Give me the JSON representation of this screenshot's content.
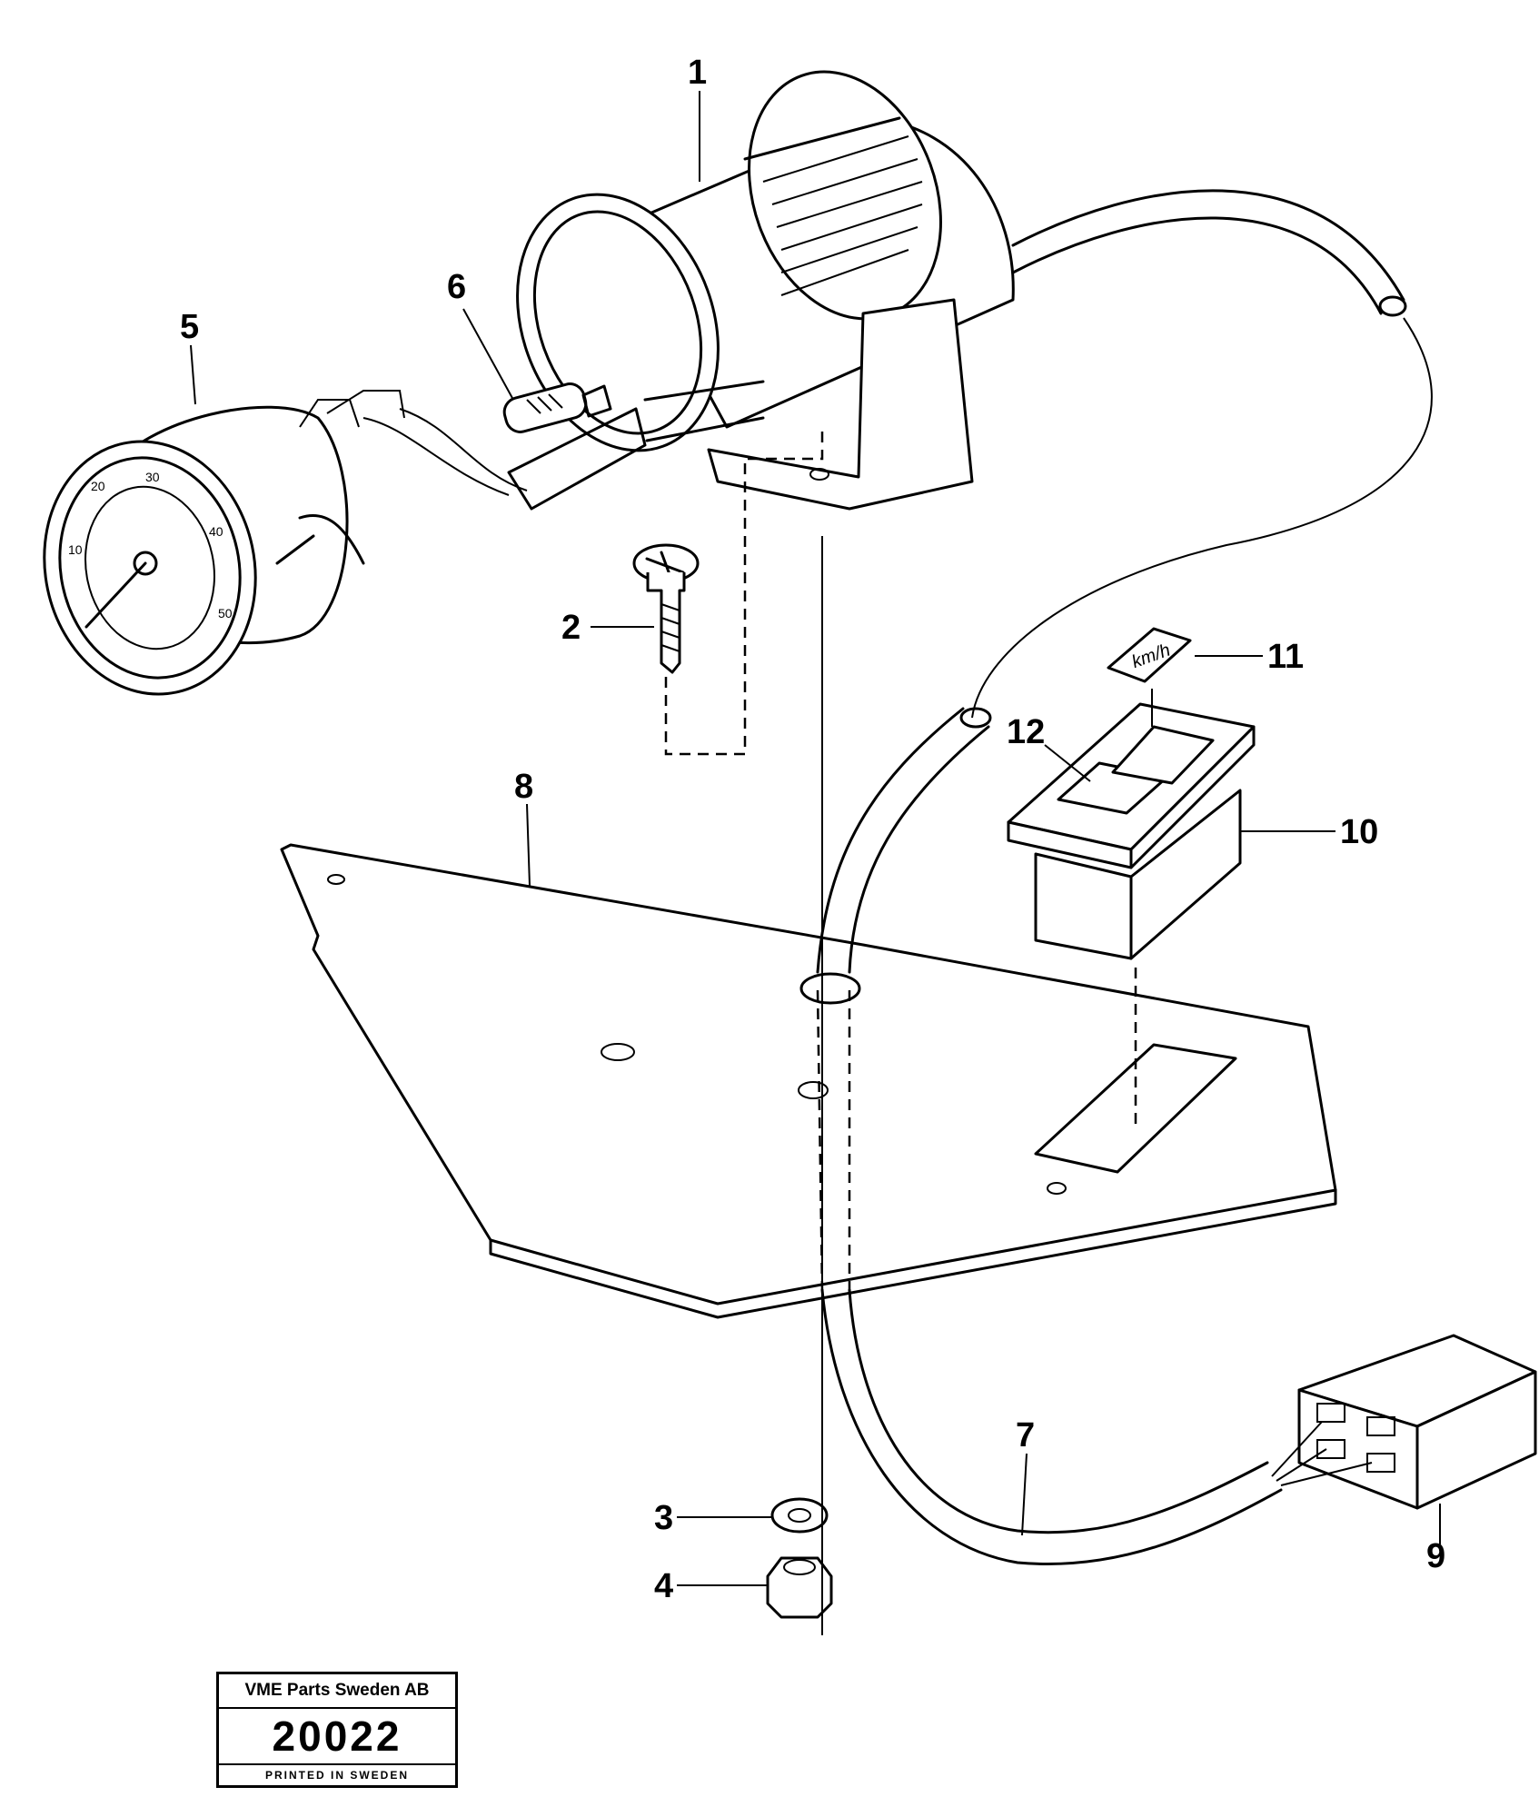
{
  "callouts": [
    "1",
    "2",
    "3",
    "4",
    "5",
    "6",
    "7",
    "8",
    "9",
    "10",
    "11",
    "12"
  ],
  "label_unit_text": "km/h",
  "gauge_ticks": [
    "10",
    "20",
    "30",
    "40",
    "50"
  ],
  "stamp": {
    "company": "VME Parts Sweden AB",
    "number": "20022",
    "printed": "PRINTED IN SWEDEN"
  }
}
